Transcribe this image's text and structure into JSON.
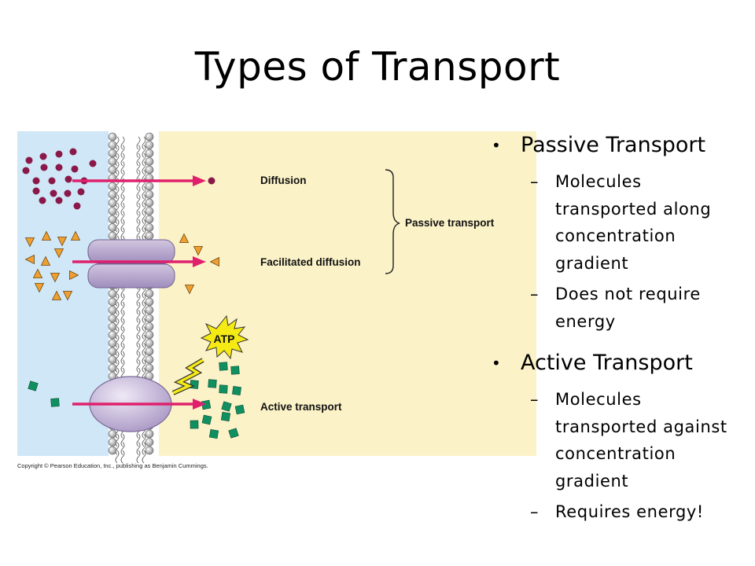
{
  "slide": {
    "title": "Types of Transport"
  },
  "diagram": {
    "labels": {
      "diffusion": "Diffusion",
      "facilitated": "Facilitated diffusion",
      "active": "Active transport",
      "passive_group": "Passive transport",
      "atp": "ATP"
    },
    "copyright": "Copyright © Pearson Education, Inc., publishing as Benjamin Cummings.",
    "colors": {
      "outside": "#cfe7f6",
      "inside": "#fbf2c7",
      "arrow": "#e0206d",
      "molecule_dot": "#8a1848",
      "triangle": "#f0a030",
      "square": "#109060",
      "protein": "#b7a6cc",
      "atp_burst": "#f5ea14"
    }
  },
  "bullets": [
    {
      "heading": "Passive Transport",
      "items": [
        "Molecules transported along concentration gradient",
        "Does not require energy"
      ]
    },
    {
      "heading": "Active Transport",
      "items": [
        "Molecules transported against concentration gradient",
        "Requires energy!"
      ]
    }
  ]
}
